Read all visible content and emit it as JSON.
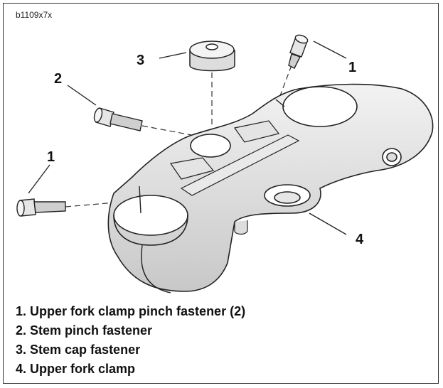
{
  "figure_id": "b1109x7x",
  "callouts": {
    "c1_top": "1",
    "c1_left": "1",
    "c2": "2",
    "c3": "3",
    "c4": "4"
  },
  "legend": [
    "1. Upper fork clamp pinch fastener (2)",
    "2. Stem pinch fastener",
    "3. Stem cap fastener",
    "4. Upper fork clamp"
  ]
}
